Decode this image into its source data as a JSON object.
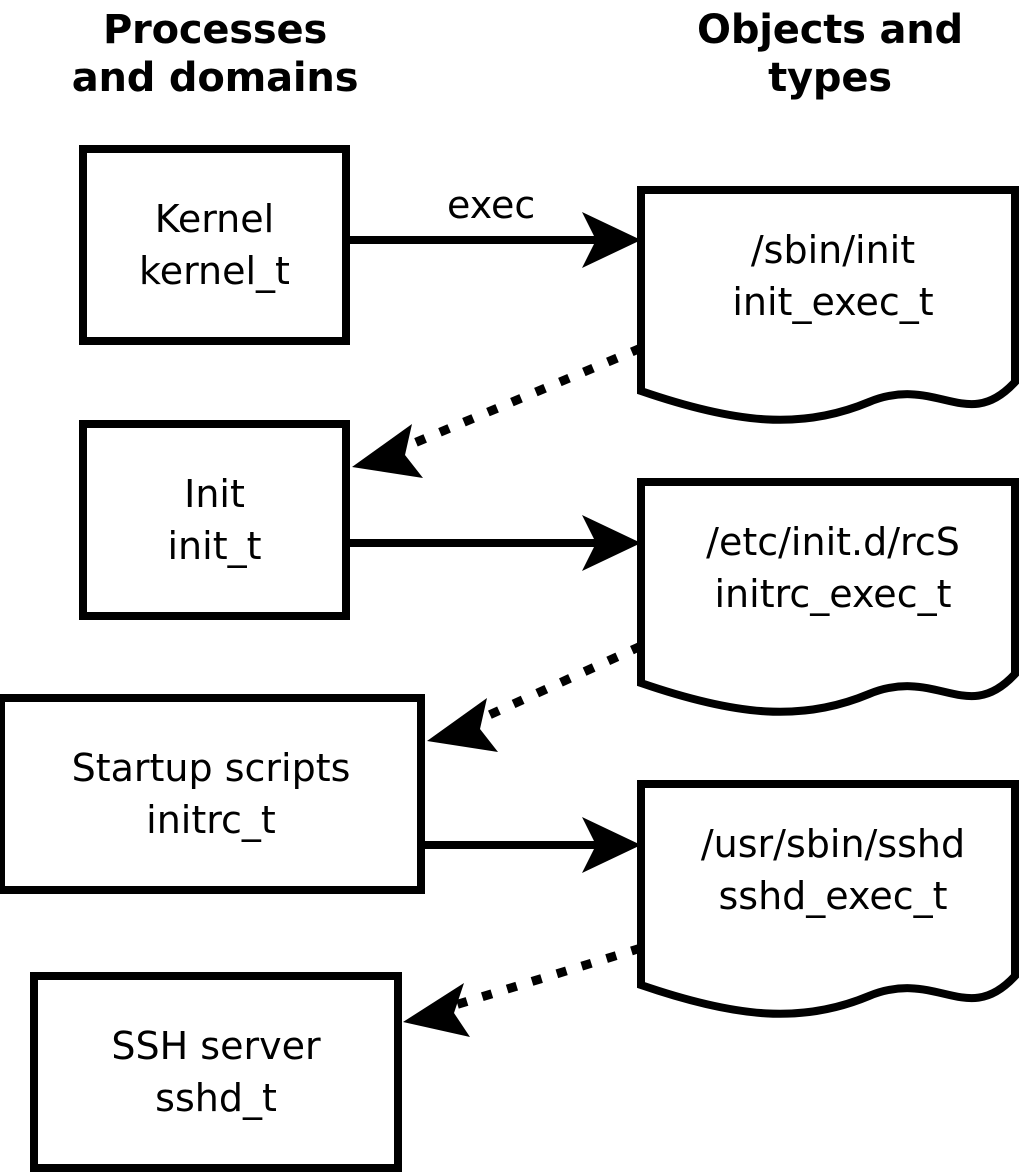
{
  "diagram": {
    "columns": [
      {
        "id": "processes",
        "title": "Processes\nand domains"
      },
      {
        "id": "objects",
        "title": "Objects and\ntypes"
      }
    ],
    "process_nodes": [
      {
        "id": "kernel",
        "name": "Kernel",
        "type": "kernel_t"
      },
      {
        "id": "init",
        "name": "Init",
        "type": "init_t"
      },
      {
        "id": "initrc",
        "name": "Startup scripts",
        "type": "initrc_t"
      },
      {
        "id": "sshd",
        "name": "SSH server",
        "type": "sshd_t"
      }
    ],
    "object_nodes": [
      {
        "id": "init_exec",
        "path": "/sbin/init",
        "type": "init_exec_t"
      },
      {
        "id": "initrc_exec",
        "path": "/etc/init.d/rcS",
        "type": "initrc_exec_t"
      },
      {
        "id": "sshd_exec",
        "path": "/usr/sbin/sshd",
        "type": "sshd_exec_t"
      }
    ],
    "edges": [
      {
        "id": "kernel-exec-init_exec",
        "from": "kernel",
        "to": "init_exec",
        "style": "solid",
        "label": "exec"
      },
      {
        "id": "init_exec-transition-init",
        "from": "init_exec",
        "to": "init",
        "style": "dotted",
        "label": ""
      },
      {
        "id": "init-exec-initrc_exec",
        "from": "init",
        "to": "initrc_exec",
        "style": "solid",
        "label": ""
      },
      {
        "id": "initrc_exec-transition-initrc",
        "from": "initrc_exec",
        "to": "initrc",
        "style": "dotted",
        "label": ""
      },
      {
        "id": "initrc-exec-sshd_exec",
        "from": "initrc",
        "to": "sshd_exec",
        "style": "solid",
        "label": ""
      },
      {
        "id": "sshd_exec-transition-sshd",
        "from": "sshd_exec",
        "to": "sshd",
        "style": "dotted",
        "label": ""
      }
    ],
    "colors": {
      "stroke": "#000000",
      "fill": "#ffffff",
      "text": "#000000"
    }
  }
}
